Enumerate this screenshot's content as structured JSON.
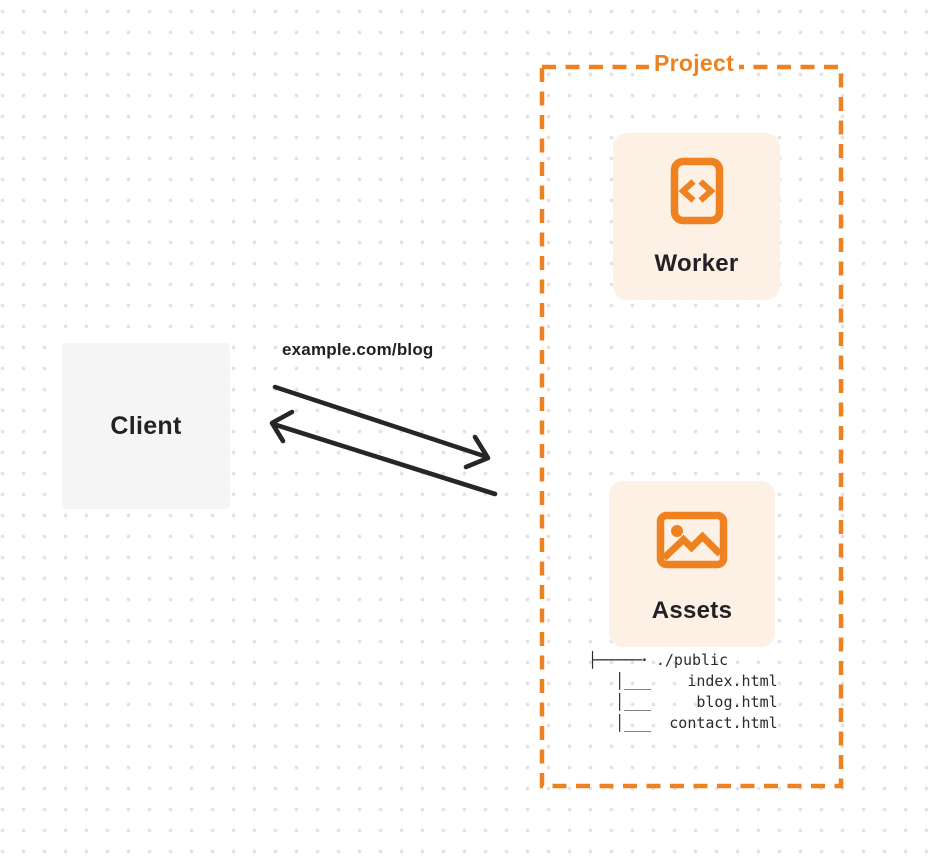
{
  "diagram": {
    "client": {
      "label": "Client"
    },
    "request": {
      "label": "example.com/blog"
    },
    "project": {
      "label": "Project",
      "worker": {
        "label": "Worker",
        "icon": "code-document-icon"
      },
      "assets": {
        "label": "Assets",
        "icon": "image-icon"
      },
      "tree": {
        "root": "./public",
        "files": [
          "index.html",
          "blog.html",
          "contact.html"
        ],
        "lines": [
          "├─────ꞏ ./public",
          "   │___    index.html",
          "   │___     blog.html",
          "   │___  contact.html"
        ]
      }
    },
    "colors": {
      "accent_orange": "#ee8220",
      "card_cream": "#fcf1e4",
      "client_gray": "#f5f5f6",
      "arrow_dark": "#262626",
      "text_dark": "#222226",
      "dot_grid": "#e2e2e4"
    }
  }
}
